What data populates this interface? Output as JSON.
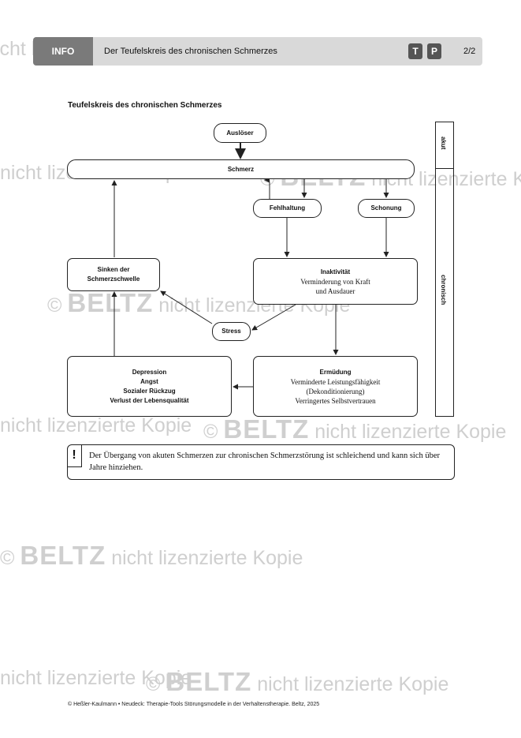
{
  "header": {
    "tab": "INFO",
    "title": "Der Teufelskreis des chronischen Schmerzes",
    "badges": [
      "T",
      "P"
    ],
    "page": "2/2"
  },
  "section_title": "Teufelskreis des chronischen Schmerzes",
  "diagram": {
    "ausloeser": "Auslöser",
    "schmerz": "Schmerz",
    "fehlhaltung": "Fehlhaltung",
    "schonung": "Schonung",
    "sinken": [
      "Sinken der",
      "Schmerzschwelle"
    ],
    "inaktivitaet": {
      "title": "Inaktivität",
      "lines": [
        "Verminderung von Kraft",
        "und Ausdauer"
      ]
    },
    "stress": "Stress",
    "depression": [
      "Depression",
      "Angst",
      "Sozialer Rückzug",
      "Verlust der Lebensqualität"
    ],
    "ermuedung": {
      "title": "Ermüdung",
      "lines": [
        "Verminderte Leistungsfähigkeit",
        "(Dekonditionierung)",
        "Verringertes Selbstvertrauen"
      ]
    },
    "timeline": {
      "akut": "akut",
      "chronisch": "chronisch"
    }
  },
  "note": {
    "mark": "!",
    "text": "Der Übergang von akuten Schmerzen zur chronischen Schmerzstörung ist schleichend und kann sich über Jahre hinziehen."
  },
  "footer": "© Heßler-Kaulmann • Neudeck: Therapie-Tools Störungsmodelle in der Verhaltenstherapie. Beltz, 2025",
  "watermark": {
    "symbol": "©",
    "brand": "BELTZ",
    "text": "nicht lizenzierte Kopie"
  }
}
